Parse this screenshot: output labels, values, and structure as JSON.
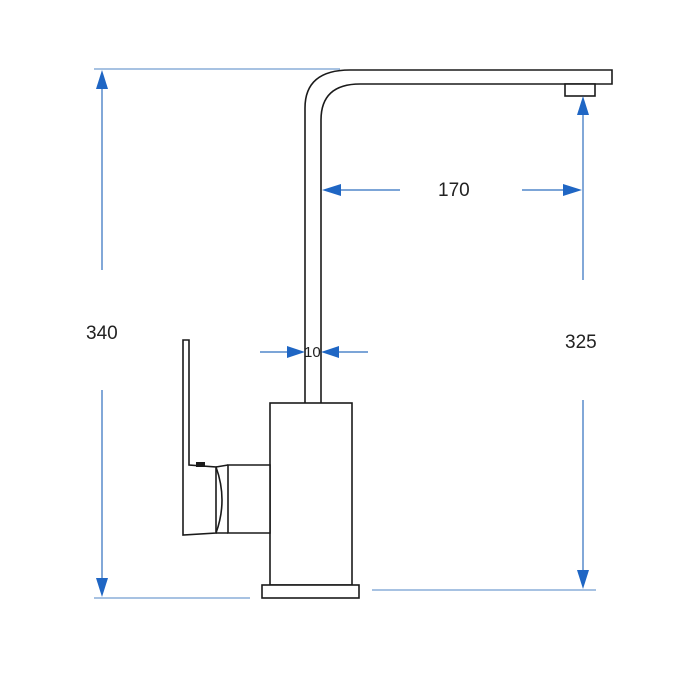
{
  "dimensions": {
    "total_height": "340",
    "spout_height": "325",
    "spout_reach": "170",
    "spout_diameter": "10"
  },
  "colors": {
    "dimension_line": "#2f6fbf",
    "arrowhead": "#1f66c4",
    "outline": "#1a1a1a",
    "background": "#ffffff"
  }
}
